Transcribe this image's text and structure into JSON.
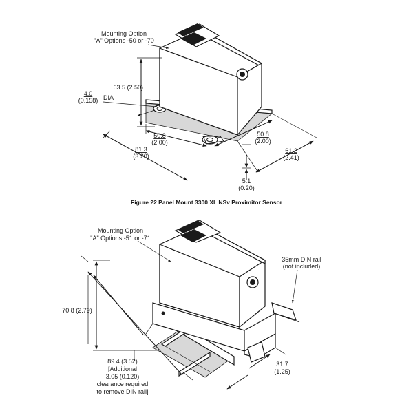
{
  "figure22": {
    "mounting_option_line1": "Mounting Option",
    "mounting_option_line2": "\"A\" Options -50 or -70",
    "dim_height": "63.5 (2.50)",
    "dim_dia_mm": "4.0",
    "dim_dia_in": "(0.158)",
    "dia_label": "DIA",
    "dim_508_left_mm": "50.8",
    "dim_508_left_in": "(2.00)",
    "dim_508_right_mm": "50.8",
    "dim_508_right_in": "(2.00)",
    "dim_813_mm": "81.3",
    "dim_813_in": "(3.20)",
    "dim_612_mm": "61.2",
    "dim_612_in": "(2.41)",
    "dim_51_mm": "5.1",
    "dim_51_in": "(0.20)",
    "caption": "Figure 22  Panel Mount 3300 XL NSv Proximitor Sensor"
  },
  "figure23": {
    "mounting_option_line1": "Mounting Option",
    "mounting_option_line2": "\"A\" Options -51 or -71",
    "din_rail_line1": "35mm DIN rail",
    "din_rail_line2": "(not included)",
    "dim_height": "70.8 (2.79)",
    "dim_894_line1": "89.4 (3.52)",
    "dim_894_line2": "[Additional",
    "dim_894_line3": "3.05 (0.120)",
    "dim_894_line4": "clearance required",
    "dim_894_line5": "to remove DIN rail]",
    "dim_317_mm": "31.7",
    "dim_317_in": "(1.25)"
  }
}
